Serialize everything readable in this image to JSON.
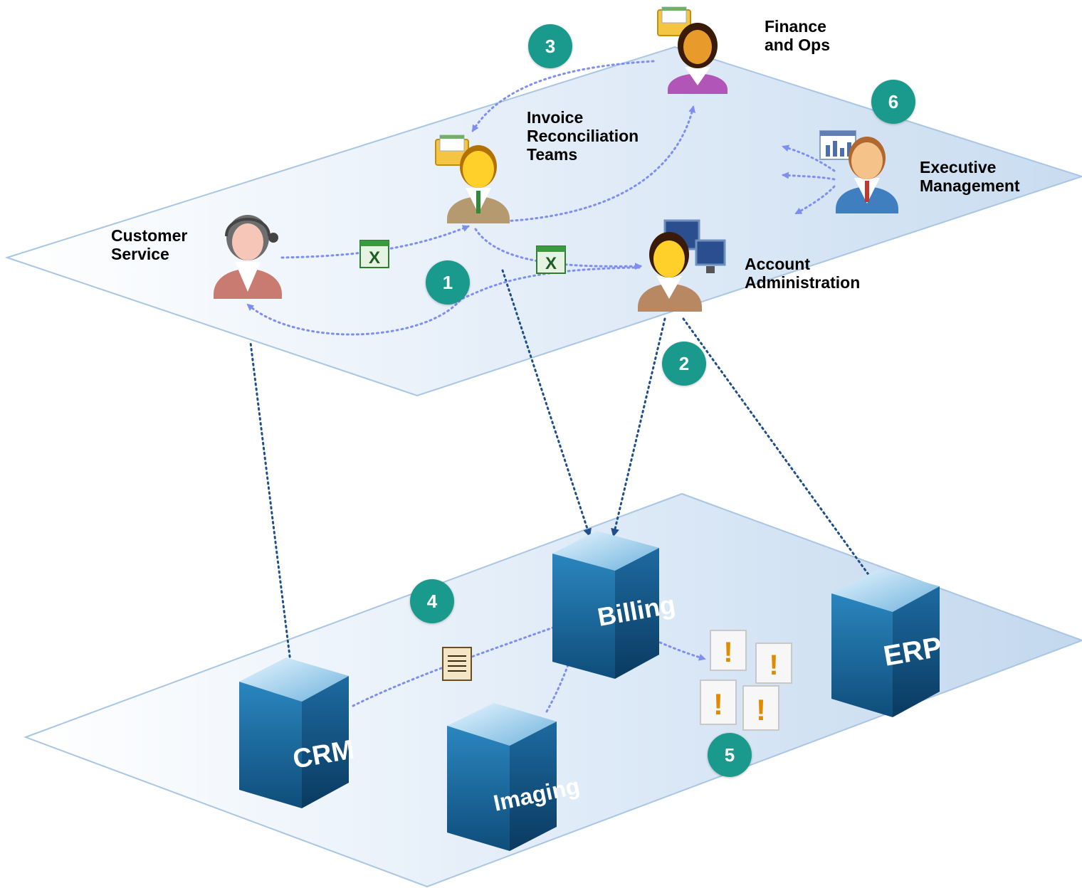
{
  "people": {
    "finance": {
      "label_line1": "Finance",
      "label_line2": "and Ops"
    },
    "invoice": {
      "label_line1": "Invoice",
      "label_line2": "Reconciliation",
      "label_line3": "Teams"
    },
    "executive": {
      "label_line1": "Executive",
      "label_line2": "Management"
    },
    "customer_service": {
      "label_line1": "Customer",
      "label_line2": "Service"
    },
    "account_admin": {
      "label_line1": "Account",
      "label_line2": "Administration"
    }
  },
  "systems": {
    "billing": "Billing",
    "erp": "ERP",
    "crm": "CRM",
    "imaging": "Imaging"
  },
  "badges": [
    "1",
    "2",
    "3",
    "4",
    "5",
    "6"
  ],
  "colors": {
    "plane_fill": "#dce9f6",
    "plane_stroke": "#a9c6e3",
    "badge": "#1a9a8c",
    "dotted_light": "#7f8ff0",
    "dotted_dark": "#1f4f8a",
    "server": "#1e6b9e"
  },
  "icons": [
    "headset-person-icon",
    "spreadsheet-icon",
    "folder-icon",
    "monitor-icon",
    "bar-chart-icon",
    "document-icon",
    "alert-icon"
  ]
}
